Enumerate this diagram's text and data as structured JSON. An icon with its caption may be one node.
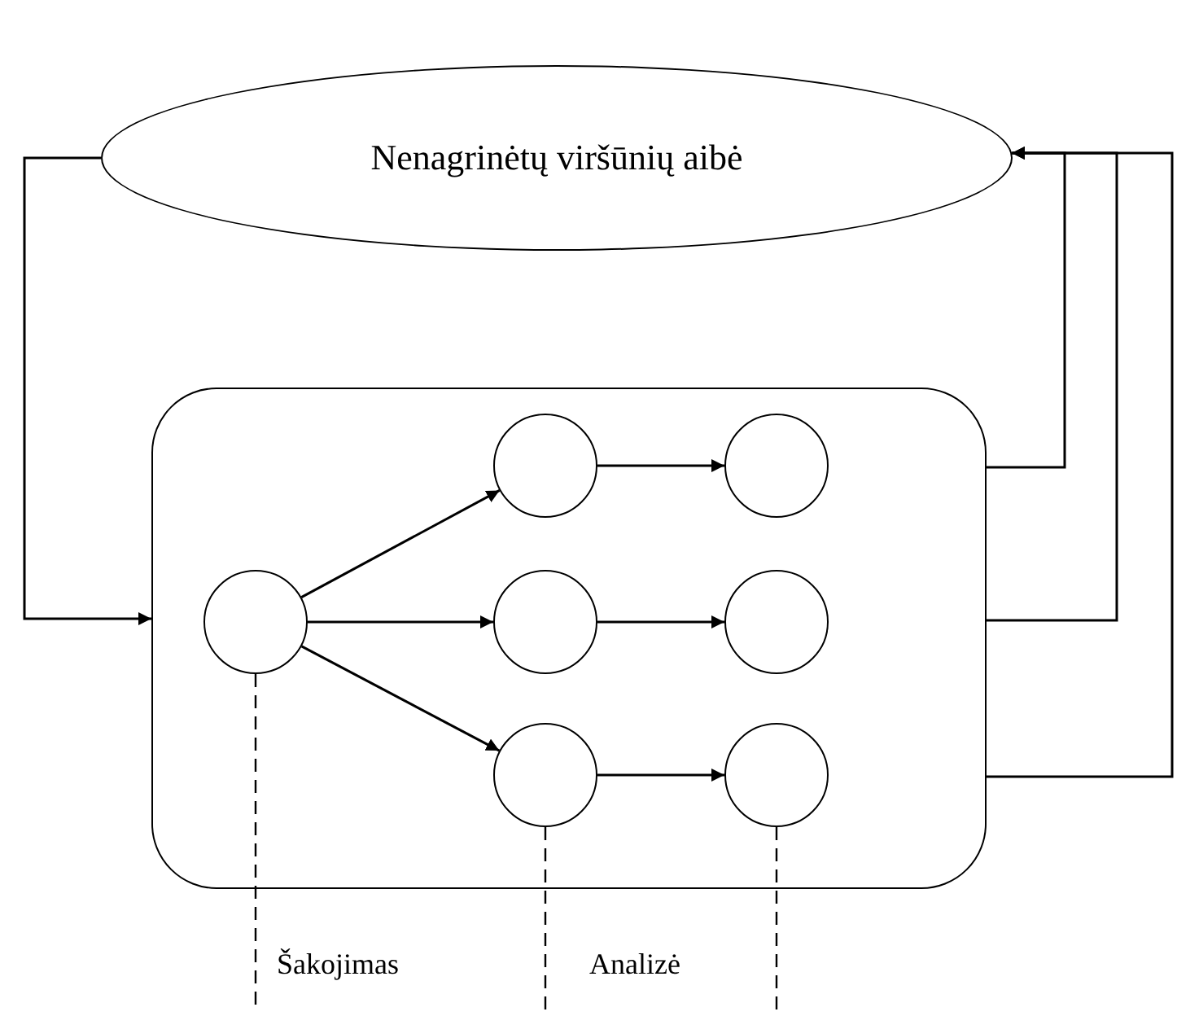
{
  "diagram": {
    "nodes": [
      {
        "text": [
          "Nenagrinėtų viršūnių aibė"
        ]
      },
      {
        "text": [],
        "shape": "box"
      },
      {
        "text": [],
        "shape": "circle",
        "in": 1
      },
      {
        "text": [],
        "shape": "circle",
        "in": 1
      },
      {
        "text": [],
        "shape": "circle",
        "in": 1
      },
      {
        "text": [],
        "shape": "circle",
        "in": 1
      },
      {
        "text": [],
        "shape": "circle",
        "in": 1
      },
      {
        "text": [],
        "shape": "circle",
        "in": 1
      },
      {
        "text": [],
        "shape": "circle",
        "in": 1
      }
    ],
    "edges": [
      {
        "from": 0,
        "to": 1,
        "arrow": "to"
      },
      {
        "from": 1,
        "to": 0,
        "arrow": "to"
      },
      {
        "from": 1,
        "to": 0,
        "arrow": "to"
      },
      {
        "from": 1,
        "to": 0,
        "arrow": "to"
      },
      {
        "from": 2,
        "to": 3,
        "arrow": "to"
      },
      {
        "from": 2,
        "to": 4,
        "arrow": "to"
      },
      {
        "from": 2,
        "to": 5,
        "arrow": "to"
      },
      {
        "from": 3,
        "to": 6,
        "arrow": "to"
      },
      {
        "from": 4,
        "to": 7,
        "arrow": "to"
      },
      {
        "from": 5,
        "to": 8,
        "arrow": "to"
      }
    ],
    "labels": [
      "Šakojimas",
      "Analizė"
    ]
  }
}
